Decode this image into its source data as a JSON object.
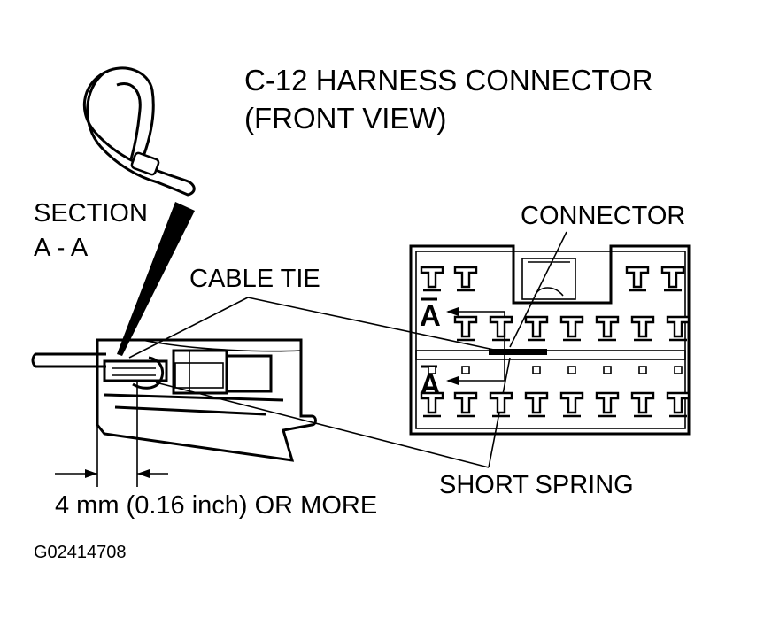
{
  "title_line1": "C-12 HARNESS CONNECTOR",
  "title_line2": "(FRONT VIEW)",
  "labels": {
    "section_line1": "SECTION",
    "section_line2": "A - A",
    "connector": "CONNECTOR",
    "cable_tie": "CABLE TIE",
    "short_spring": "SHORT SPRING",
    "dimension": "4 mm (0.16 inch) OR MORE",
    "section_mark_top": "A",
    "section_mark_bottom": "A"
  },
  "figure_id": "G02414708"
}
